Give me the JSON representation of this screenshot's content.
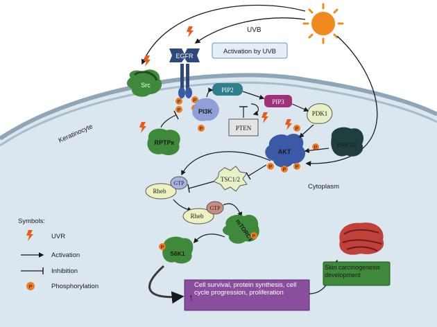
{
  "labels": {
    "uvb": "UVB",
    "egfr": "EGFR",
    "activation_by_uvb": "Activation by UVB",
    "src": "Src",
    "pip2": "PIP2",
    "pip3": "PIP3",
    "pi3k": "PI3K",
    "pdk1": "PDK1",
    "pten": "PTEN",
    "rptpk": "RPTPκ",
    "keratinocyte": "Keratinocyte",
    "akt": "AKT",
    "erk": "ERK1/2",
    "tsc": "TSC1/2",
    "rheb": "Rheb",
    "gtp": "GTP",
    "rheb2": "Rheb",
    "gtp2": "GTP",
    "mtorc1": "mTORC1",
    "s6k1": "S6K1",
    "cytoplasm": "Cytoplasm",
    "outcome": "Cell survival, protein synthesis, cell cycle progression, proliferation",
    "skin": "Skin carcinogenesis development",
    "p": "P"
  },
  "legend": {
    "title": "Symbols:",
    "uvr": "UVR",
    "activation": "Activation",
    "inhibition": "Inhibition",
    "phosphorylation": "Phosphorylation"
  },
  "colors": {
    "cytoplasm": "#dbe7ef",
    "membrane": "#8aa0b2",
    "egfr": "#2e4a7a",
    "akt": "#3a5aa8",
    "pip3": "#a0307a",
    "pip2": "#2f7e8a",
    "green_protein": "#3f8a3a",
    "phospho": "#f07a1e",
    "lightning": "#e85a1e",
    "sun": "#f08a1e",
    "outcome_box": "#8a4e9e",
    "skin_box": "#3f8a3a"
  }
}
